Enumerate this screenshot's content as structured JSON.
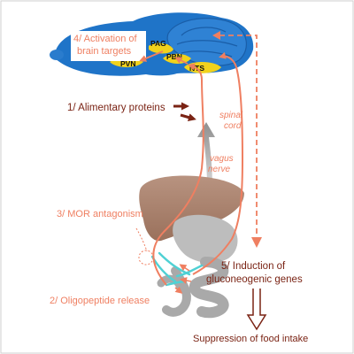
{
  "labels": {
    "activation_line1": "4/ Activation of",
    "activation_line2": "brain targets",
    "pag": "PAG",
    "pbn": "PBN",
    "pvn": "PVN",
    "nts": "NTS",
    "alimentary": "1/ Alimentary proteins",
    "spinal_line1": "spinal",
    "spinal_line2": "cord",
    "vagus_line1": "vagus",
    "vagus_line2": "nerve",
    "mor": "3/ MOR antagonism",
    "induction_line1": "5/ Induction of",
    "induction_line2": "gluconeogenic genes",
    "oligopeptide": "2/ Oligopeptide release",
    "suppression": "Suppression of food intake"
  },
  "colors": {
    "brain_blue": "#1f74c8",
    "brain_light": "#3a8ad8",
    "nucleus_yellow": "#f1d21c",
    "salmon": "#ef7f61",
    "dark_red": "#7a2314",
    "liver": "#a8806a",
    "gut_gray": "#b2b2b2",
    "cyan": "#4fd1d4"
  }
}
